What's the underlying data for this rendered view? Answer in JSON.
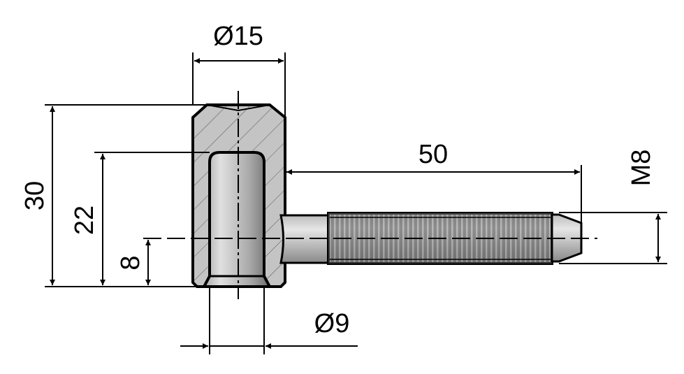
{
  "drawing": {
    "title": "Hinge pin technical drawing",
    "dimensions": {
      "body_diameter": "Ø15",
      "overall_height": "30",
      "bore_depth": "22",
      "pin_height": "8",
      "bore_diameter": "Ø9",
      "pin_length": "50",
      "thread": "M8"
    },
    "colors": {
      "section_fill": "#c4c4c4",
      "outline": "#000000",
      "thread_fill": "#6e6e6e"
    }
  }
}
